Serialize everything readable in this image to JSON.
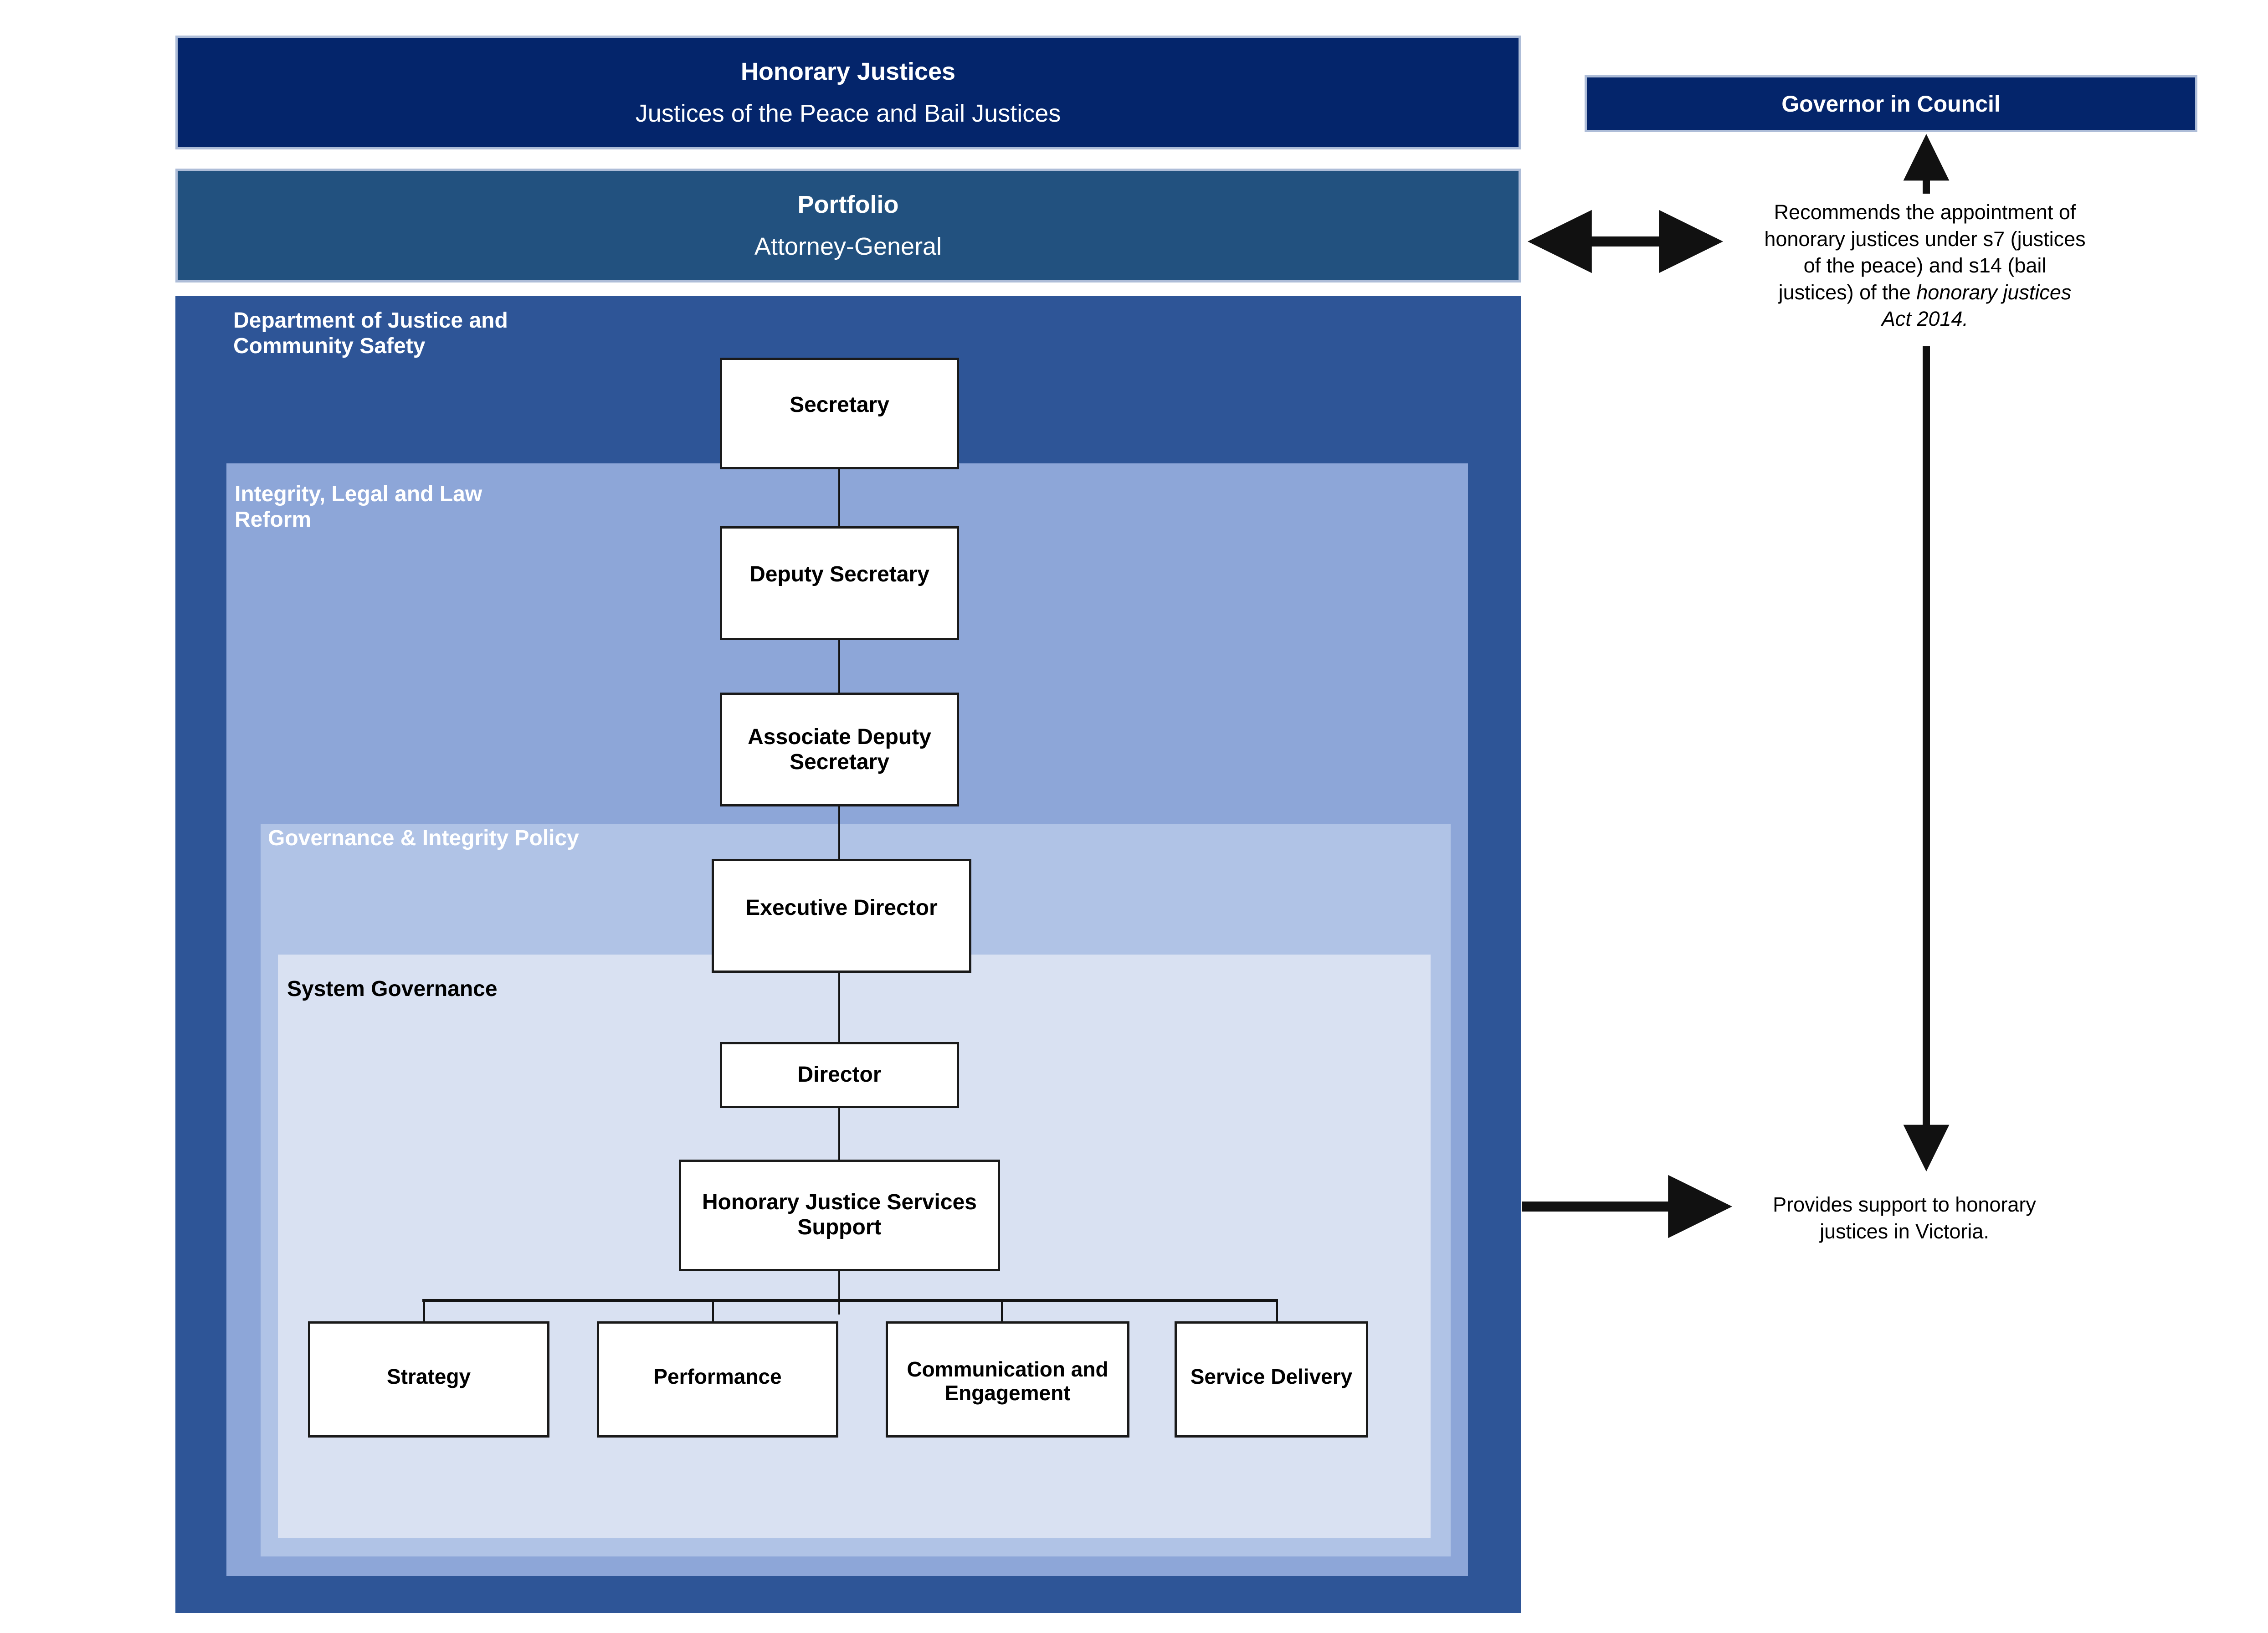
{
  "banners": {
    "honorary": {
      "title": "Honorary Justices",
      "subtitle": "Justices of the Peace and Bail Justices",
      "color": "#04256b"
    },
    "portfolio": {
      "title": "Portfolio",
      "subtitle": "Attorney-General",
      "color": "#22517f"
    },
    "governor": {
      "title": "Governor in Council",
      "color": "#04256b"
    }
  },
  "panels": {
    "department": {
      "label": "Department of Justice and\nCommunity Safety",
      "color": "#2e5597",
      "text_color": "#ffffff"
    },
    "integrity": {
      "label": "Integrity, Legal and Law\nReform",
      "color": "#8da6d8",
      "text_color": "#ffffff"
    },
    "governance": {
      "label": "Governance & Integrity Policy",
      "color": "#b0c3e6",
      "text_color": "#ffffff"
    },
    "system": {
      "label": "System Governance",
      "color": "#d9e1f2",
      "text_color": "#000000"
    }
  },
  "nodes": {
    "secretary": "Secretary",
    "deputy_secretary": "Deputy Secretary",
    "associate_deputy_secretary": "Associate Deputy\nSecretary",
    "executive_director": "Executive Director",
    "director": "Director",
    "honorary_justice_services_support": "Honorary Justice Services\nSupport",
    "strategy": "Strategy",
    "performance": "Performance",
    "communication_and_engagement": "Communication and\nEngagement",
    "service_delivery": "Service Delivery"
  },
  "annotations": {
    "recommends_line1": "Recommends the appointment of",
    "recommends_line2": "honorary justices under s7 (justices",
    "recommends_line3": "of the peace) and s14 (bail",
    "recommends_line4_plain": "justices) of the ",
    "recommends_line4_italic": "honorary justices",
    "recommends_line5_italic": "Act 2014.",
    "provides_line1": "Provides support to honorary",
    "provides_line2": "justices in Victoria."
  },
  "chart_data": {
    "type": "diagram",
    "title": "Honorary Justice Services Support — organisational structure",
    "hierarchy": [
      {
        "level": 1,
        "label": "Secretary",
        "parent": null
      },
      {
        "level": 2,
        "label": "Deputy Secretary",
        "parent": "Secretary"
      },
      {
        "level": 3,
        "label": "Associate Deputy Secretary",
        "parent": "Deputy Secretary"
      },
      {
        "level": 4,
        "label": "Executive Director",
        "parent": "Associate Deputy Secretary"
      },
      {
        "level": 5,
        "label": "Director",
        "parent": "Executive Director"
      },
      {
        "level": 6,
        "label": "Honorary Justice Services Support",
        "parent": "Director"
      },
      {
        "level": 7,
        "label": "Strategy",
        "parent": "Honorary Justice Services Support"
      },
      {
        "level": 7,
        "label": "Performance",
        "parent": "Honorary Justice Services Support"
      },
      {
        "level": 7,
        "label": "Communication and Engagement",
        "parent": "Honorary Justice Services Support"
      },
      {
        "level": 7,
        "label": "Service Delivery",
        "parent": "Honorary Justice Services Support"
      }
    ],
    "containers": [
      {
        "label": "Department of Justice and Community Safety",
        "contains": [
          "Integrity, Legal and Law Reform"
        ]
      },
      {
        "label": "Integrity, Legal and Law Reform",
        "contains": [
          "Governance & Integrity Policy"
        ]
      },
      {
        "label": "Governance & Integrity Policy",
        "contains": [
          "System Governance"
        ]
      },
      {
        "label": "System Governance",
        "contains": [
          "Honorary Justice Services Support"
        ]
      }
    ],
    "relationships": [
      {
        "from": "Portfolio (Attorney-General)",
        "to": "Governor in Council",
        "type": "bidirectional",
        "note": "Recommends the appointment of honorary justices under s7 (justices of the peace) and s14 (bail justices) of the honorary justices Act 2014."
      },
      {
        "from": "Governor in Council",
        "to": "Honorary Justices",
        "type": "downward"
      },
      {
        "from": "Department of Justice and Community Safety",
        "to": "Honorary Justices",
        "type": "unidirectional",
        "note": "Provides support to honorary justices in Victoria."
      }
    ]
  }
}
